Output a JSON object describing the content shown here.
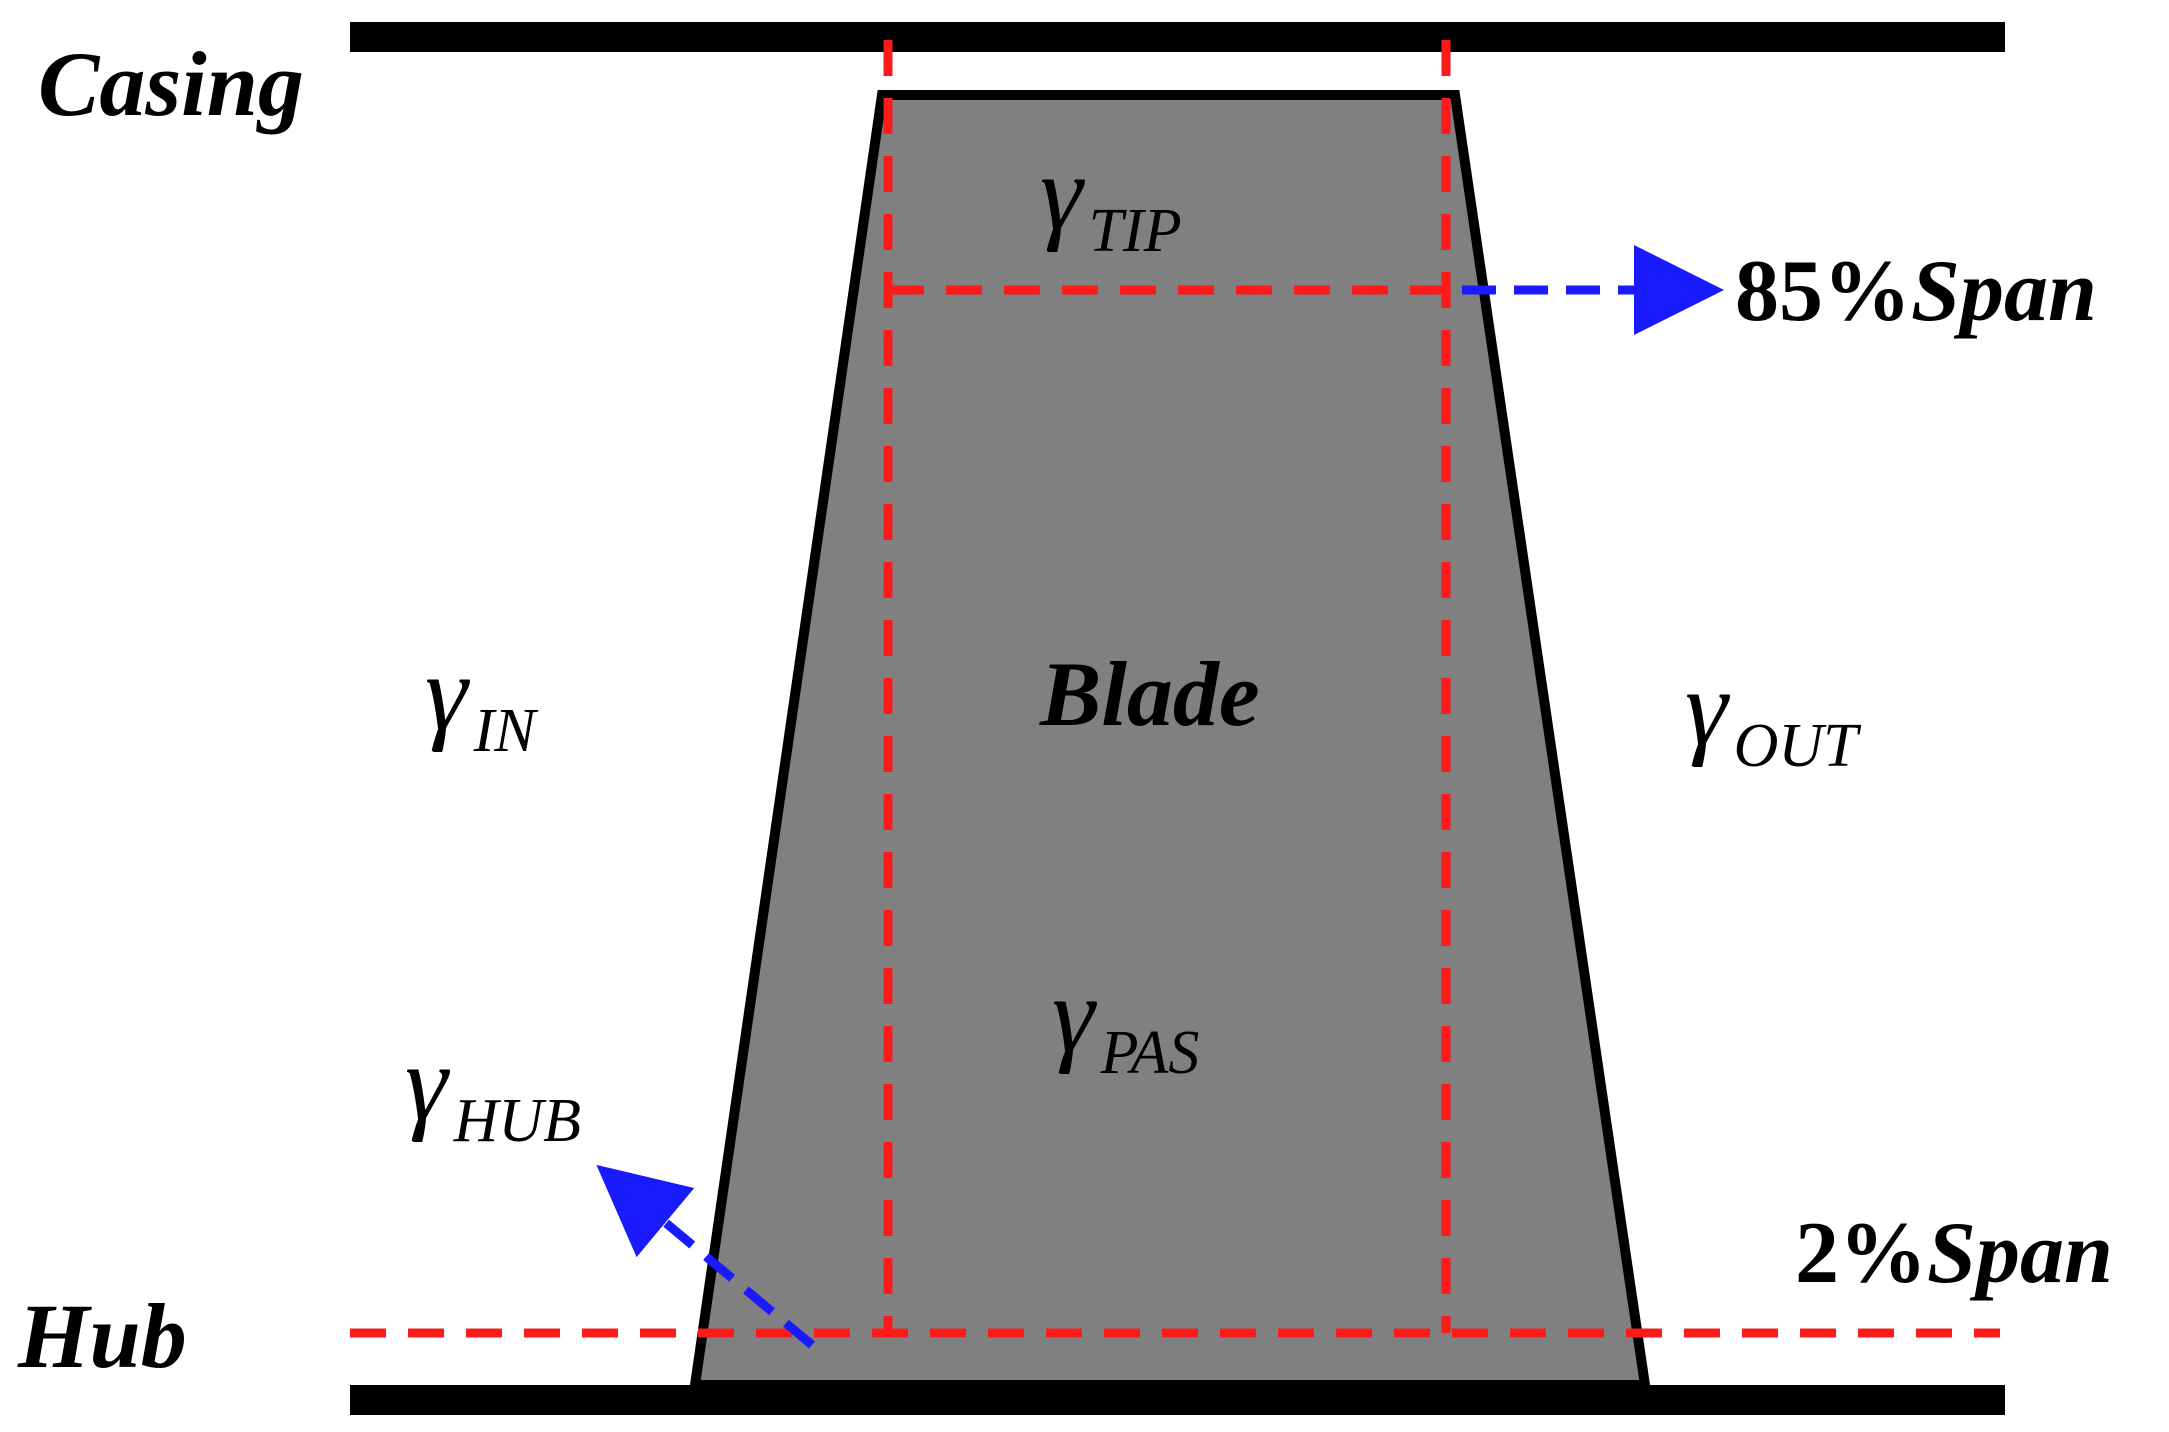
{
  "labels": {
    "casing": "Casing",
    "hub": "Hub",
    "blade": "Blade",
    "span_85_pct": "85%",
    "span_85_word": "Span",
    "span_2_pct": "2%",
    "span_2_word": "Span"
  },
  "gammas": {
    "symbol": "γ",
    "tip": "TIP",
    "in": "IN",
    "out": "OUT",
    "pas": "PAS",
    "hub": "HUB"
  },
  "colors": {
    "wall": "#000000",
    "blade_fill": "#808080",
    "blade_outline": "#000000",
    "region_boundary": "#ff1a1a",
    "pointer_arrow": "#1a1aff",
    "background": "#ffffff"
  }
}
